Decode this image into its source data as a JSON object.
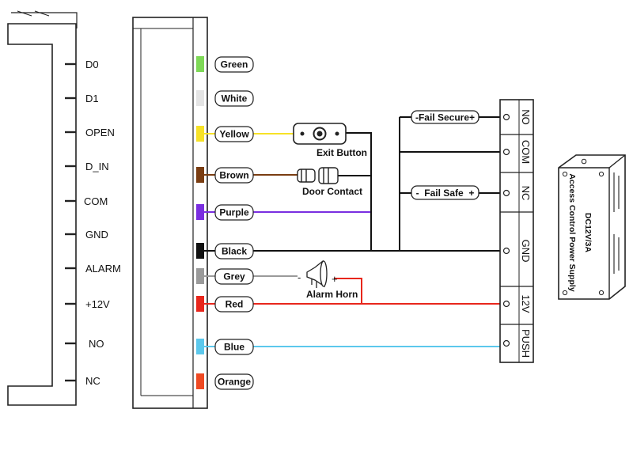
{
  "controller_pins": [
    "D0",
    "D1",
    "OPEN",
    "D_IN",
    "COM",
    "GND",
    "ALARM",
    "+12V",
    "NO",
    "NC"
  ],
  "wires": [
    {
      "label": "Green",
      "color": "#7ed957"
    },
    {
      "label": "White",
      "color": "#e4e4e4"
    },
    {
      "label": "Yellow",
      "color": "#f7e227"
    },
    {
      "label": "Brown",
      "color": "#7a3d12"
    },
    {
      "label": "Purple",
      "color": "#7a2ee0"
    },
    {
      "label": "Black",
      "color": "#111111"
    },
    {
      "label": "Grey",
      "color": "#9a9a9a"
    },
    {
      "label": "Red",
      "color": "#e8261c"
    },
    {
      "label": "Blue",
      "color": "#5cc8ec"
    },
    {
      "label": "Orange",
      "color": "#ef4a23"
    }
  ],
  "devices": {
    "exit_button": "Exit Button",
    "door_contact": "Door Contact",
    "alarm_horn": "Alarm Horn",
    "horn_minus": "-",
    "horn_plus": "+"
  },
  "lock": {
    "fail_secure": "-Fail Secure+",
    "fail_safe": "-  Fail Safe  +"
  },
  "power_terminals": [
    "NO",
    "COM",
    "NC",
    "GND",
    "12V",
    "PUSH"
  ],
  "power_supply": {
    "rating": "DC12V/3A",
    "name": "Access Control Power Supply"
  }
}
